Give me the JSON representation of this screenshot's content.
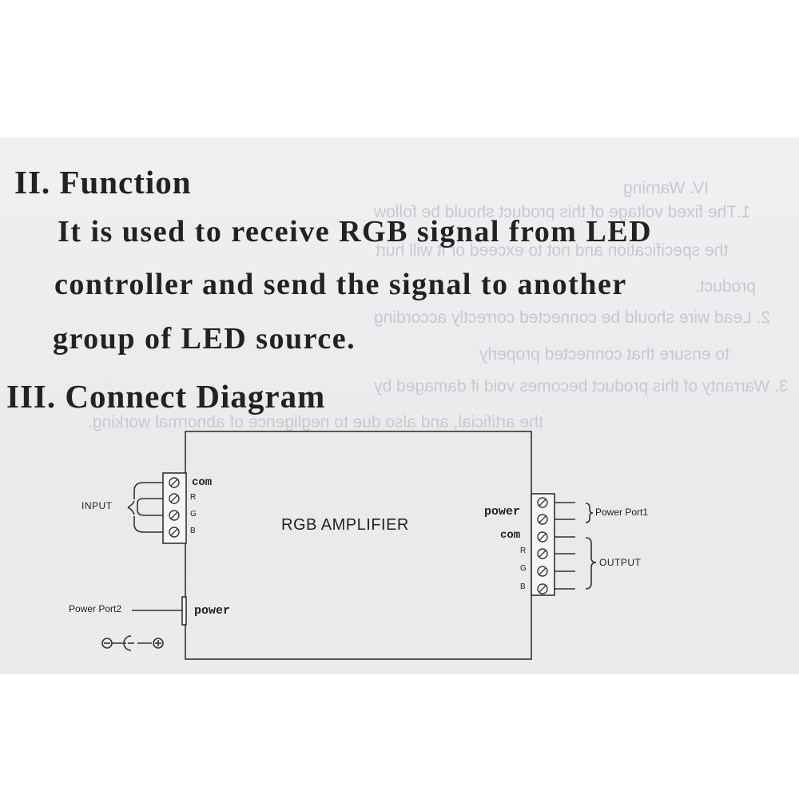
{
  "section2": {
    "heading": "II. Function",
    "lines": [
      "It is used to receive RGB signal from LED",
      "controller and send the signal to another",
      "group of LED source."
    ]
  },
  "section3": {
    "heading": "III. Connect Diagram"
  },
  "diagram": {
    "box_label": "RGB AMPLIFIER",
    "input_label": "INPUT",
    "input_terminals": [
      "com",
      "R",
      "G",
      "B"
    ],
    "power_port2_label": "Power Port2",
    "power_in_label": "power",
    "output_terminals": [
      "power",
      "com",
      "R",
      "G",
      "B"
    ],
    "power_port1_label": "Power Port1",
    "output_label": "OUTPUT"
  },
  "bleed_through": [
    "IV. Warning",
    "1.The fixed voltage of this product should be follow",
    "the specification and not to exceed or it will hurt",
    "product.",
    "2. Lead wire should be connected correctly according",
    "to ensure that connected properly",
    "3. Warranty of this product becomes void if damaged by",
    "the artificial, and also due to negligence of abnormal working."
  ]
}
